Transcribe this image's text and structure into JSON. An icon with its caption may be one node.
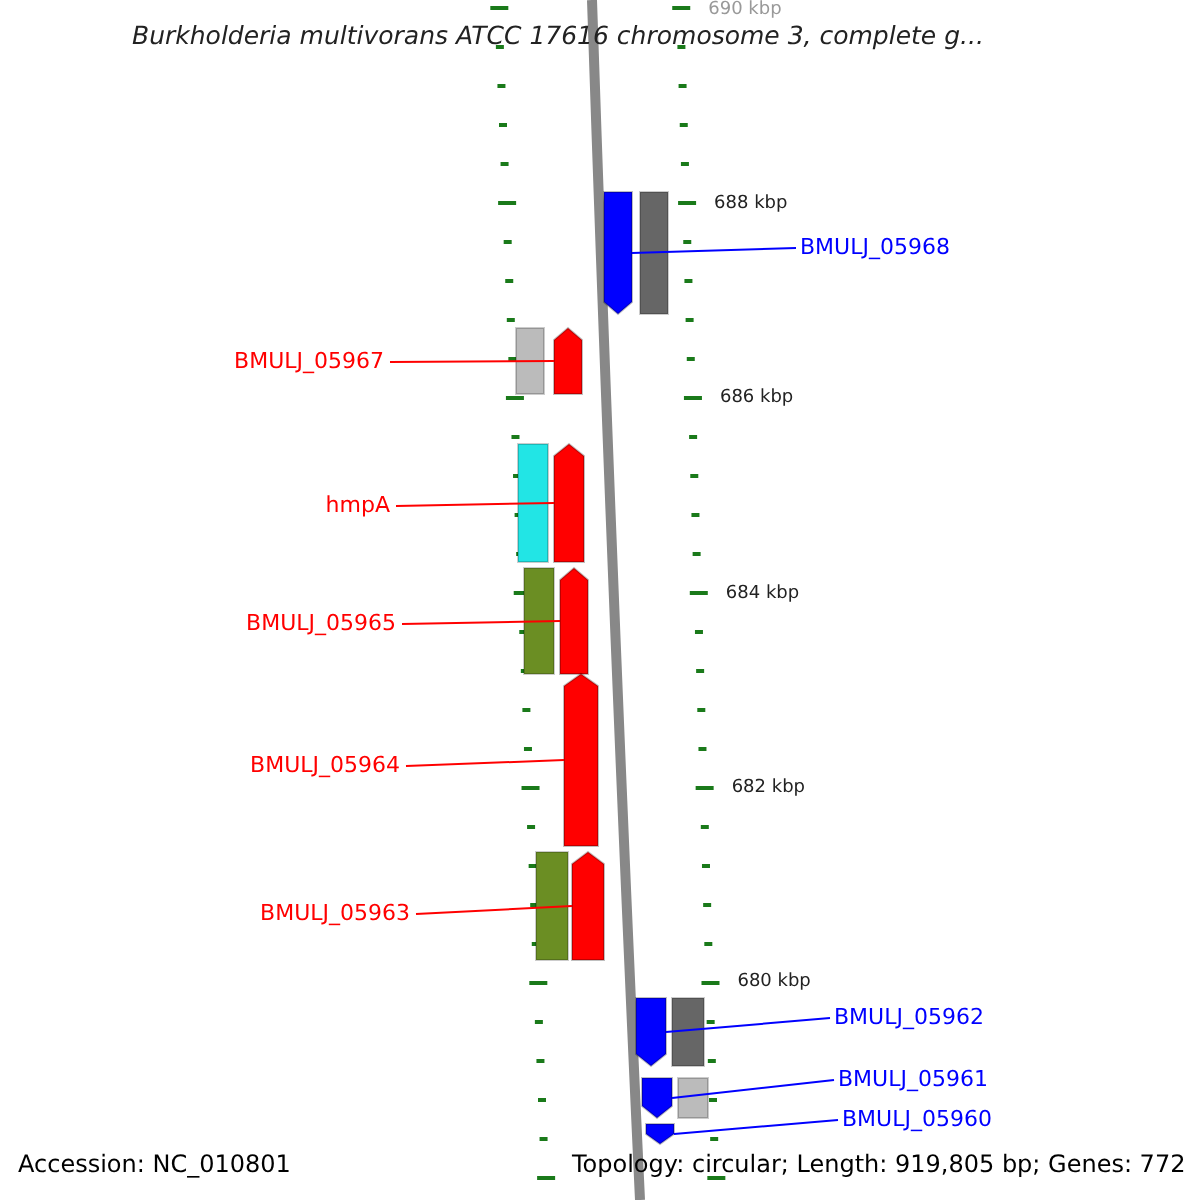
{
  "diagram": {
    "title": "Burkholderia multivorans ATCC 17616 chromosome 3, complete g...",
    "nodes": [
      {
        "text": [
          "BMULJ_05968"
        ]
      },
      {
        "text": [],
        "shape": "arrow"
      },
      {
        "text": [
          "BMULJ_05967"
        ]
      },
      {
        "text": [],
        "shape": "arrow"
      },
      {
        "text": [
          "hmpA"
        ]
      },
      {
        "text": [],
        "shape": "arrow"
      },
      {
        "text": [
          "BMULJ_05965"
        ]
      },
      {
        "text": [],
        "shape": "arrow"
      },
      {
        "text": [
          "BMULJ_05964"
        ]
      },
      {
        "text": [],
        "shape": "arrow"
      },
      {
        "text": [
          "BMULJ_05963"
        ]
      },
      {
        "text": [],
        "shape": "arrow"
      },
      {
        "text": [
          "BMULJ_05962"
        ]
      },
      {
        "text": [],
        "shape": "arrow"
      },
      {
        "text": [
          "BMULJ_05961"
        ]
      },
      {
        "text": [],
        "shape": "arrow"
      },
      {
        "text": [
          "BMULJ_05960"
        ]
      },
      {
        "text": [],
        "shape": "arrow"
      }
    ],
    "edges": [
      {
        "from": 0,
        "to": 1,
        "arrow": "none",
        "color": "#0000ff"
      },
      {
        "from": 2,
        "to": 3,
        "arrow": "none"
      },
      {
        "from": 4,
        "to": 5,
        "arrow": "none"
      },
      {
        "from": 6,
        "to": 7,
        "arrow": "none"
      },
      {
        "from": 8,
        "to": 9,
        "arrow": "none"
      },
      {
        "from": 10,
        "to": 11,
        "arrow": "none"
      },
      {
        "from": 12,
        "to": 13,
        "arrow": "none",
        "color": "#0000ff"
      },
      {
        "from": 14,
        "to": 15,
        "arrow": "none",
        "color": "#0000ff"
      },
      {
        "from": 16,
        "to": 17,
        "arrow": "none",
        "color": "#0000ff"
      }
    ],
    "labels": [
      "690 kbp",
      "688 kbp",
      "686 kbp",
      "684 kbp",
      "682 kbp",
      "680 kbp",
      "Accession: NC_010801",
      "Topology: circular; Length: 919,805 bp; Genes: 772"
    ]
  }
}
